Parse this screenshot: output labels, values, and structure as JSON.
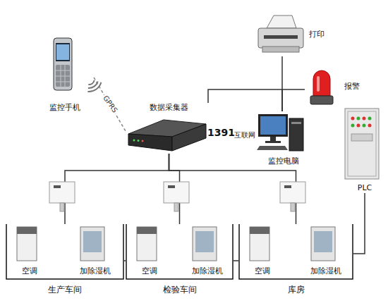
{
  "diagram": {
    "nodes": [
      {
        "text": [
          "监控手机"
        ]
      },
      {
        "text": [
          "数据采集器"
        ]
      },
      {
        "text": [
          "打印"
        ]
      },
      {
        "text": [
          "报警"
        ]
      },
      {
        "text": [
          "监控电脑"
        ]
      },
      {
        "text": [
          "PLC"
        ]
      },
      {
        "text": [
          "生产车间"
        ]
      },
      {
        "text": [
          "空调"
        ],
        "in": 6
      },
      {
        "text": [
          "加除湿机"
        ],
        "in": 6
      },
      {
        "text": [
          "检验车间"
        ]
      },
      {
        "text": [
          "空调"
        ],
        "in": 9
      },
      {
        "text": [
          "加除湿机"
        ],
        "in": 9
      },
      {
        "text": [
          "库房"
        ]
      },
      {
        "text": [
          "空调"
        ],
        "in": 12
      },
      {
        "text": [
          "加除湿机"
        ],
        "in": 12
      }
    ],
    "edges": [
      {
        "from": 0,
        "to": 1,
        "label": "GPRS",
        "arrow": "none"
      },
      {
        "from": 1,
        "to": 4,
        "arrow": "none"
      },
      {
        "from": 4,
        "to": 2,
        "arrow": "none"
      },
      {
        "from": 4,
        "to": 3,
        "arrow": "none"
      },
      {
        "from": 1,
        "to": 6,
        "arrow": "none"
      },
      {
        "from": 1,
        "to": 9,
        "arrow": "none"
      },
      {
        "from": 1,
        "to": 12,
        "arrow": "none"
      },
      {
        "from": 5,
        "to": 12,
        "arrow": "none"
      },
      {
        "from": 6,
        "to": 9,
        "arrow": "none"
      },
      {
        "from": 9,
        "to": 12,
        "arrow": "none"
      }
    ],
    "labels": [
      "1391",
      "互联网"
    ]
  }
}
